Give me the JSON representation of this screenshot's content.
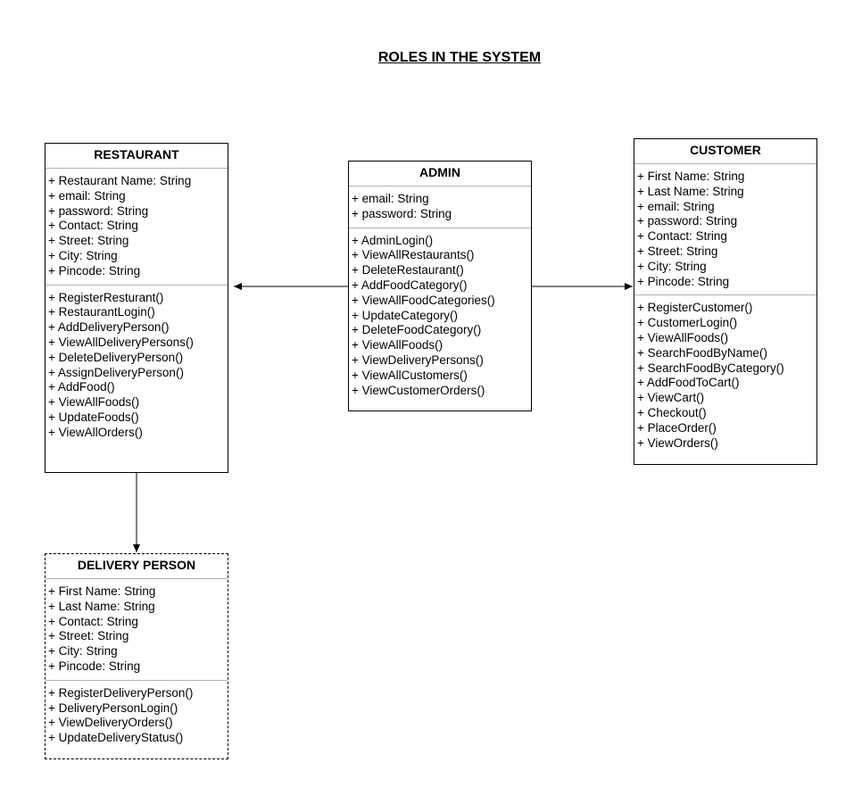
{
  "title": "ROLES IN THE SYSTEM",
  "classes": {
    "restaurant": {
      "name": "RESTAURANT",
      "attributes": [
        "+ Restaurant Name: String",
        "+ email: String",
        "+ password: String",
        "+ Contact: String",
        "+ Street: String",
        "+ City: String",
        "+ Pincode: String"
      ],
      "methods": [
        "+ RegisterResturant()",
        "+ RestaurantLogin()",
        "+ AddDeliveryPerson()",
        "+ ViewAllDeliveryPersons()",
        "+ DeleteDeliveryPerson()",
        "+ AssignDeliveryPerson()",
        "+ AddFood()",
        "+ ViewAllFoods()",
        "+ UpdateFoods()",
        "+ ViewAllOrders()"
      ]
    },
    "admin": {
      "name": "ADMIN",
      "attributes": [
        "+ email: String",
        "+ password: String"
      ],
      "methods": [
        "+ AdminLogin()",
        "+ ViewAllRestaurants()",
        "+ DeleteRestaurant()",
        "+ AddFoodCategory()",
        "+ ViewAllFoodCategories()",
        "+ UpdateCategory()",
        "+ DeleteFoodCategory()",
        "+ ViewAllFoods()",
        "+ ViewDeliveryPersons()",
        "+ ViewAllCustomers()",
        "+ ViewCustomerOrders()"
      ]
    },
    "customer": {
      "name": "CUSTOMER",
      "attributes": [
        "+ First Name: String",
        "+ Last Name: String",
        "+ email: String",
        "+ password: String",
        "+ Contact: String",
        "+ Street: String",
        "+ City: String",
        "+ Pincode: String"
      ],
      "methods": [
        "+ RegisterCustomer()",
        "+ CustomerLogin()",
        "+ ViewAllFoods()",
        "+ SearchFoodByName()",
        "+ SearchFoodByCategory()",
        "+ AddFoodToCart()",
        "+ ViewCart()",
        "+ Checkout()",
        "+ PlaceOrder()",
        "+ ViewOrders()"
      ]
    },
    "delivery_person": {
      "name": "DELIVERY PERSON",
      "attributes": [
        "+ First Name: String",
        "+ Last Name: String",
        "+ Contact: String",
        "+ Street: String",
        "+ City: String",
        "+ Pincode: String"
      ],
      "methods": [
        "+ RegisterDeliveryPerson()",
        "+ DeliveryPersonLogin()",
        "+ ViewDeliveryOrders()",
        "+ UpdateDeliveryStatus()"
      ]
    }
  },
  "relations": [
    {
      "from": "admin",
      "to": "restaurant"
    },
    {
      "from": "admin",
      "to": "customer"
    },
    {
      "from": "restaurant",
      "to": "delivery_person"
    }
  ]
}
